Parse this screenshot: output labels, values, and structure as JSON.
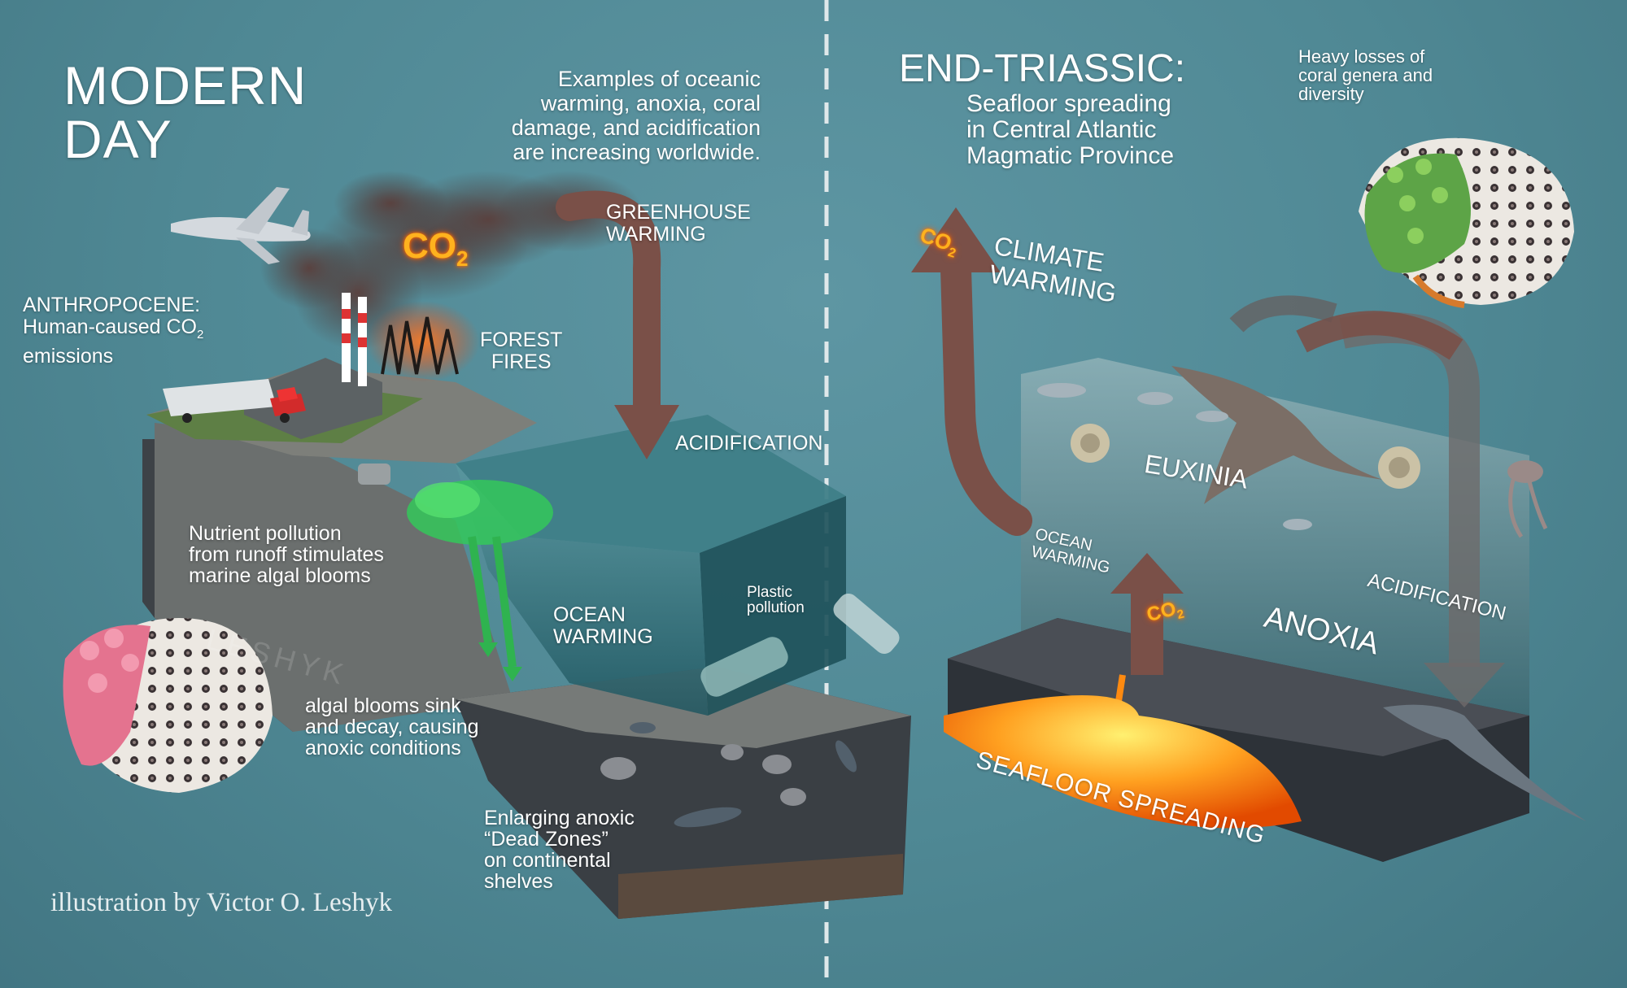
{
  "modern": {
    "title": "MODERN\nDAY",
    "intro": "Examples of oceanic\nwarming, anoxia, coral\ndamage, and acidification\nare increasing worldwide.",
    "anthropocene_prefix": "ANTHROPOCENE:\nHuman-caused CO",
    "anthropocene_sub": "2",
    "anthropocene_suffix": "\nemissions",
    "greenhouse": "GREENHOUSE\nWARMING",
    "forest_fires": "FOREST\nFIRES",
    "acidification": "ACIDIFICATION",
    "nutrient": "Nutrient pollution\nfrom runoff stimulates\nmarine algal blooms",
    "ocean_warming": "OCEAN\nWARMING",
    "plastic": "Plastic\npollution",
    "algal": "algal blooms sink\nand decay, causing\nanoxic conditions",
    "dead_zones": "Enlarging anoxic\n“Dead Zones”\non continental\nshelves",
    "co2_main": "CO",
    "co2_sub": "2",
    "watermark": "LESHYK"
  },
  "triassic": {
    "title": "END-TRIASSIC:",
    "subtitle": "Seafloor spreading\nin Central Atlantic\nMagmatic Province",
    "coral_loss": "Heavy losses of\ncoral genera and\ndiversity",
    "climate_warming": "CLIMATE\nWARMING",
    "euxinia": "EUXINIA",
    "ocean_warming": "OCEAN\nWARMING",
    "acidification": "ACIDIFICATION",
    "anoxia": "ANOXIA",
    "seafloor_spreading": "SEAFLOOR SPREADING",
    "co2_arrow": "CO",
    "co2_arrow_sub": "2",
    "co2_vent": "CO",
    "co2_vent_sub": "2"
  },
  "credit": "illustration by Victor O. Leshyk",
  "colors": {
    "background": "#4f8592",
    "text": "#ffffff",
    "co2": "#ffb21e",
    "lava": "#ff8a10",
    "arrow": "#7a5048",
    "algae": "#34c85a",
    "coral_pink": "#e4738f"
  }
}
